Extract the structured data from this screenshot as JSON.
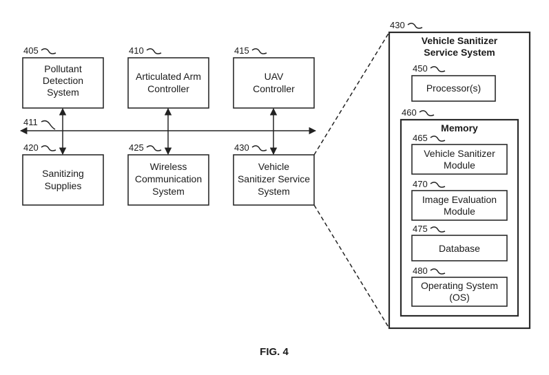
{
  "figure_label": "FIG. 4",
  "blocks": {
    "b405": {
      "ref": "405",
      "lines": [
        "Pollutant",
        "Detection",
        "System"
      ]
    },
    "b410": {
      "ref": "410",
      "lines": [
        "Articulated Arm",
        "Controller"
      ]
    },
    "b415": {
      "ref": "415",
      "lines": [
        "UAV",
        "Controller"
      ]
    },
    "b420": {
      "ref": "420",
      "lines": [
        "Sanitizing",
        "Supplies"
      ]
    },
    "b425": {
      "ref": "425",
      "lines": [
        "Wireless",
        "Communication",
        "System"
      ]
    },
    "b430": {
      "ref": "430",
      "lines": [
        "Vehicle",
        "Sanitizer Service",
        "System"
      ]
    }
  },
  "bus": {
    "ref": "411"
  },
  "detail": {
    "ref": "430",
    "title_lines": [
      "Vehicle Sanitizer",
      "Service System"
    ],
    "processor": {
      "ref": "450",
      "label": "Processor(s)"
    },
    "memory": {
      "ref": "460",
      "title": "Memory",
      "modules": [
        {
          "ref": "465",
          "lines": [
            "Vehicle Sanitizer",
            "Module"
          ]
        },
        {
          "ref": "470",
          "lines": [
            "Image Evaluation",
            "Module"
          ]
        },
        {
          "ref": "475",
          "lines": [
            "Database"
          ]
        },
        {
          "ref": "480",
          "lines": [
            "Operating System",
            "(OS)"
          ]
        }
      ]
    }
  }
}
